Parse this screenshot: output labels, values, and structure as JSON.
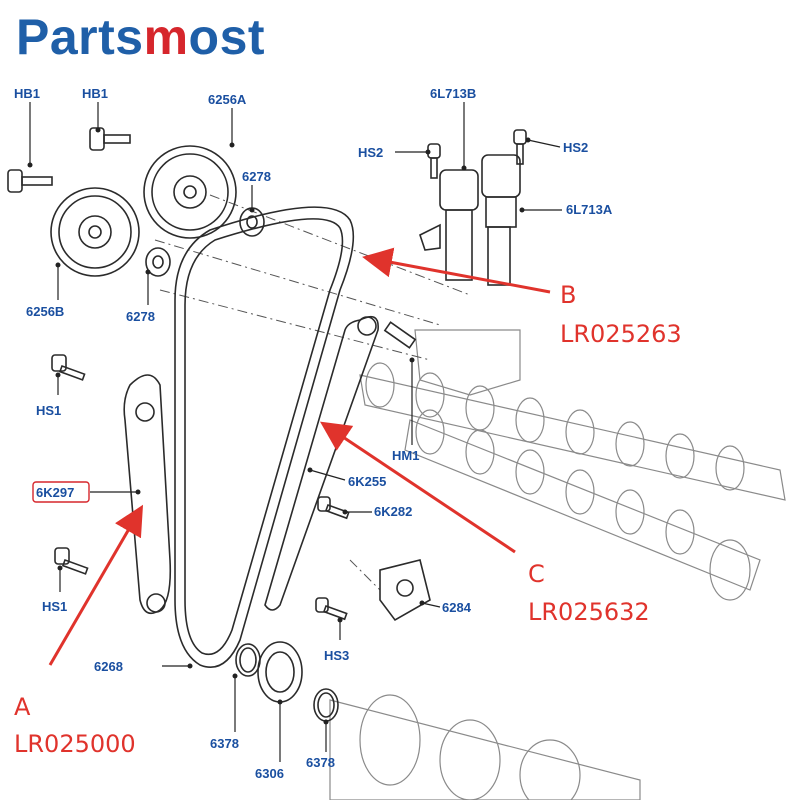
{
  "brand": {
    "part1": "Parts",
    "part2": "m",
    "part3": "ost",
    "color_primary": "#1f5fa8",
    "color_accent": "#d6262c"
  },
  "labels": {
    "hb1_left": "HB1",
    "hb1_right": "HB1",
    "p6256A": "6256A",
    "p6278_top": "6278",
    "p6256B": "6256B",
    "p6278_bottom": "6278",
    "p6L713B": "6L713B",
    "hs2_left": "HS2",
    "hs2_right": "HS2",
    "p6L713A": "6L713A",
    "hs1_top": "HS1",
    "p6K297": "6K297",
    "hs1_bottom": "HS1",
    "hm1": "HM1",
    "p6K255": "6K255",
    "p6K282": "6K282",
    "p6284": "6284",
    "hs3": "HS3",
    "p6268": "6268",
    "p6378_left": "6378",
    "p6306": "6306",
    "p6378_right": "6378"
  },
  "callouts": {
    "a_letter": "A",
    "a_part": "LR025000",
    "b_letter": "B",
    "b_part": "LR025263",
    "c_letter": "C",
    "c_part": "LR025632",
    "arrow_color": "#e0332c"
  }
}
